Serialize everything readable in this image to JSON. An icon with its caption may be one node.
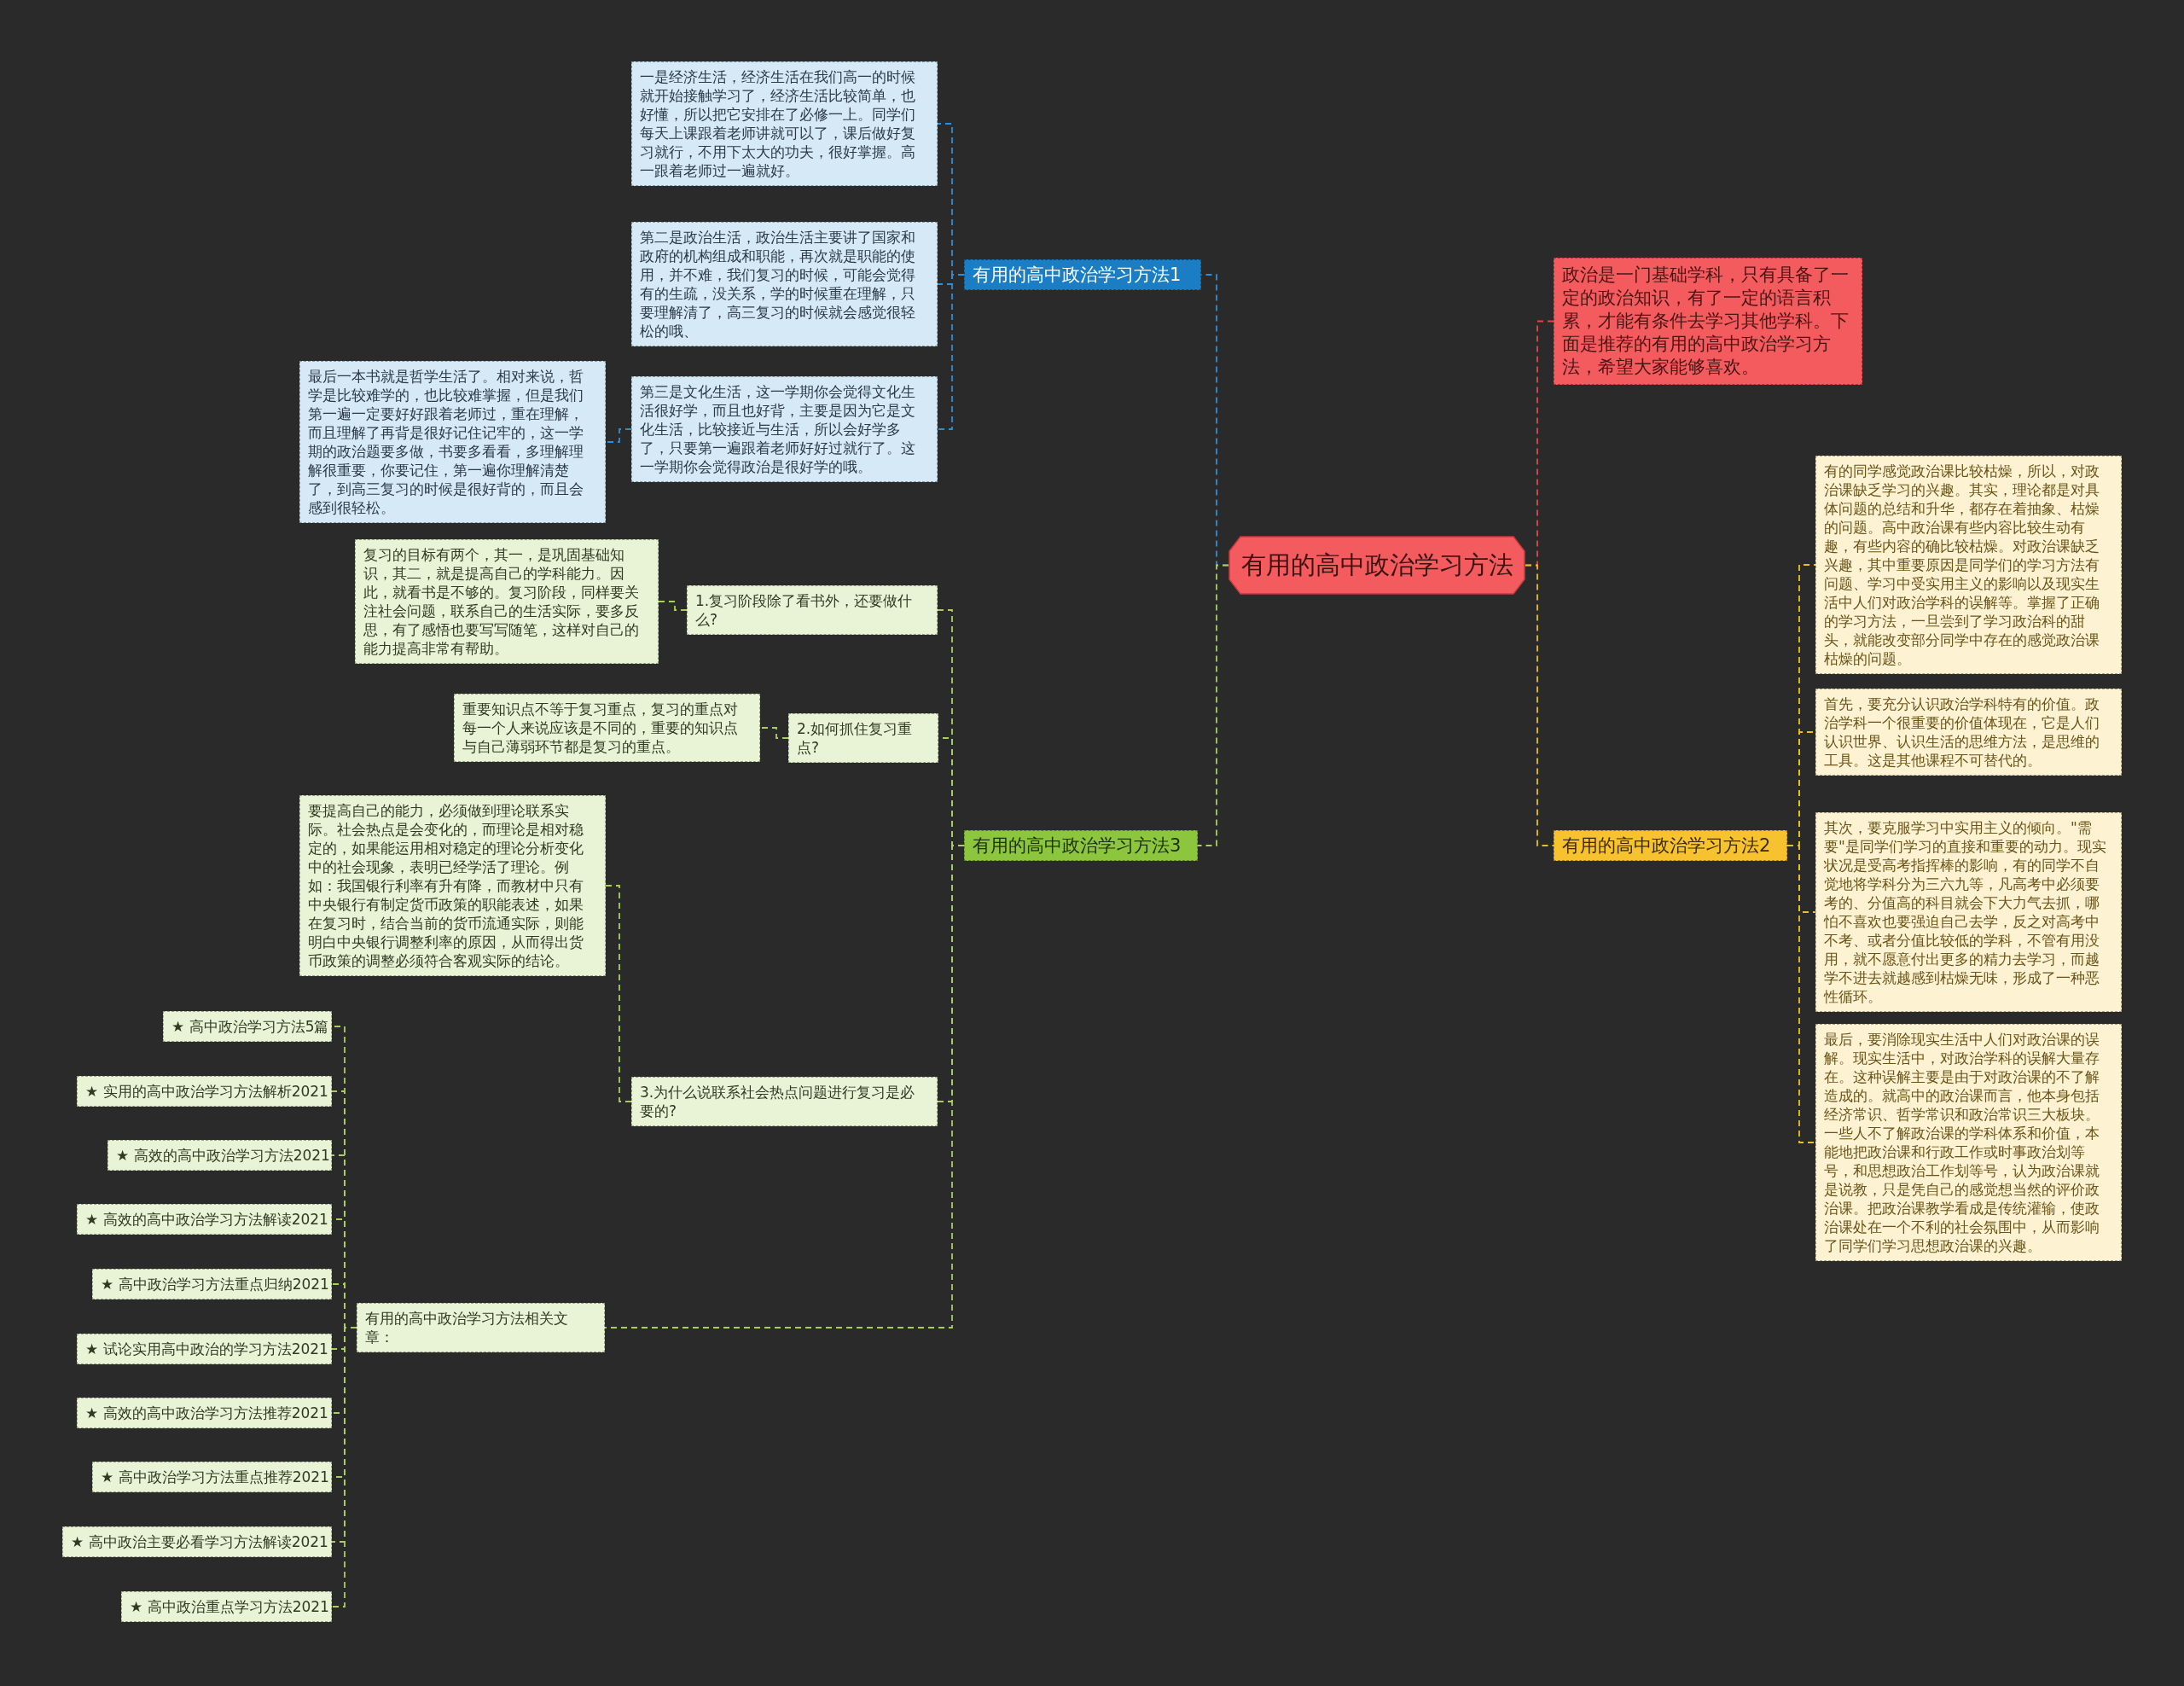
{
  "diagram": {
    "nodes": [
      {
        "text": [
          "有用的高中政治学习方法"
        ]
      },
      {
        "text": [
          "政治是一门基础学科，只有具备了一定的政治知识，有了一定的语言积累，才能有条件去学习其他学科。下面是推荐的有用的高中政治学习方法，希望大家能够喜欢。"
        ]
      },
      {
        "text": [
          "有用的高中政治学习方法1"
        ]
      },
      {
        "text": [
          "一是经济生活，经济生活在我们高一的时候就开始接触学习了，经济生活比较简单，也好懂，所以把它安排在了必修一上。同学们每天上课跟着老师讲就可以了，课后做好复习就行，不用下太大的功夫，很好掌握。高一跟着老师过一遍就好。"
        ]
      },
      {
        "text": [
          "第二是政治生活，政治生活主要讲了国家和政府的机构组成和职能，再次就是职能的使用，并不难，我们复习的时候，可能会觉得有的生疏，没关系，学的时候重在理解，只要理解清了，高三复习的时候就会感觉很轻松的哦、"
        ]
      },
      {
        "text": [
          "第三是文化生活，这一学期你会觉得文化生活很好学，而且也好背，主要是因为它是文化生活，比较接近与生活，所以会好学多了，只要第一遍跟着老师好好过就行了。这一学期你会觉得政治是很好学的哦。"
        ]
      },
      {
        "text": [
          "最后一本书就是哲学生活了。相对来说，哲学是比较难学的，也比较难掌握，但是我们第一遍一定要好好跟着老师过，重在理解，而且理解了再背是很好记住记牢的，这一学期的政治题要多做，书要多看看，多理解理解很重要，你要记住，第一遍你理解清楚了，到高三复习的时候是很好背的，而且会感到很轻松。"
        ]
      },
      {
        "text": [
          "有用的高中政治学习方法3"
        ]
      },
      {
        "text": [
          "1.复习阶段除了看书外，还要做什么?"
        ]
      },
      {
        "text": [
          "复习的目标有两个，其一，是巩固基础知识，其二，就是提高自己的学科能力。因此，就看书是不够的。复习阶段，同样要关注社会问题，联系自己的生活实际，要多反思，有了感悟也要写写随笔，这样对自己的能力提高非常有帮助。"
        ]
      },
      {
        "text": [
          "2.如何抓住复习重点?"
        ]
      },
      {
        "text": [
          "重要知识点不等于复习重点，复习的重点对每一个人来说应该是不同的，重要的知识点与自己薄弱环节都是复习的重点。"
        ]
      },
      {
        "text": [
          "3.为什么说联系社会热点问题进行复习是必要的?"
        ]
      },
      {
        "text": [
          "要提高自己的能力，必须做到理论联系实际。社会热点是会变化的，而理论是相对稳定的，如果能运用相对稳定的理论分析变化中的社会现象，表明已经学活了理论。例如：我国银行利率有升有降，而教材中只有中央银行有制定货币政策的职能表述，如果在复习时，结合当前的货币流通实际，则能明白中央银行调整利率的原因，从而得出货币政策的调整必须符合客观实际的结论。"
        ]
      },
      {
        "text": [
          "有用的高中政治学习方法相关文章："
        ]
      },
      {
        "text": [
          "★ 高中政治学习方法5篇"
        ]
      },
      {
        "text": [
          "★ 实用的高中政治学习方法解析2021"
        ]
      },
      {
        "text": [
          "★ 高效的高中政治学习方法2021"
        ]
      },
      {
        "text": [
          "★ 高效的高中政治学习方法解读2021"
        ]
      },
      {
        "text": [
          "★ 高中政治学习方法重点归纳2021"
        ]
      },
      {
        "text": [
          "★ 试论实用高中政治的学习方法2021"
        ]
      },
      {
        "text": [
          "★ 高效的高中政治学习方法推荐2021"
        ]
      },
      {
        "text": [
          "★ 高中政治学习方法重点推荐2021"
        ]
      },
      {
        "text": [
          "★ 高中政治主要必看学习方法解读2021"
        ]
      },
      {
        "text": [
          "★ 高中政治重点学习方法2021"
        ]
      },
      {
        "text": [
          "有用的高中政治学习方法2"
        ]
      },
      {
        "text": [
          "有的同学感觉政治课比较枯燥，所以，对政治课缺乏学习的兴趣。其实，理论都是对具体问题的总结和升华，都存在着抽象、枯燥的问题。高中政治课有些内容比较生动有趣，有些内容的确比较枯燥。对政治课缺乏兴趣，其中重要原因是同学们的学习方法有问题、学习中受实用主义的影响以及现实生活中人们对政治学科的误解等。掌握了正确的学习方法，一旦尝到了学习政治科的甜头，就能改变部分同学中存在的感觉政治课枯燥的问题。"
        ]
      },
      {
        "text": [
          "首先，要充分认识政治学科特有的价值。政治学科一个很重要的价值体现在，它是人们认识世界、认识生活的思维方法，是思维的工具。这是其他课程不可替代的。"
        ]
      },
      {
        "text": [
          "其次，要克服学习中实用主义的倾向。\"需要\"是同学们学习的直接和重要的动力。现实状况是受高考指挥棒的影响，有的同学不自觉地将学科分为三六九等，凡高考中必须要考的、分值高的科目就会下大力气去抓，哪怕不喜欢也要强迫自己去学，反之对高考中不考、或者分值比较低的学科，不管有用没用，就不愿意付出更多的精力去学习，而越学不进去就越感到枯燥无味，形成了一种恶性循环。"
        ]
      },
      {
        "text": [
          "最后，要消除现实生活中人们对政治课的误解。现实生活中，对政治学科的误解大量存在。这种误解主要是由于对政治课的不了解造成的。就高中的政治课而言，他本身包括经济常识、哲学常识和政治常识三大板块。一些人不了解政治课的学科体系和价值，本能地把政治课和行政工作或时事政治划等号，和思想政治工作划等号，认为政治课就是说教，只是凭自己的感觉想当然的评价政治课。把政治课教学看成是传统灌输，使政治课处在一个不利的社会氛围中，从而影响了同学们学习思想政治课的兴趣。"
        ]
      }
    ],
    "edges": [
      {
        "from": 0,
        "to": 1,
        "arrow": "none",
        "color": "#e0474c"
      },
      {
        "from": 0,
        "to": 2,
        "arrow": "none",
        "color": "#2f8fd6"
      },
      {
        "from": 2,
        "to": 3,
        "arrow": "none",
        "color": "#2f8fd6"
      },
      {
        "from": 2,
        "to": 4,
        "arrow": "none",
        "color": "#2f8fd6"
      },
      {
        "from": 2,
        "to": 5,
        "arrow": "none",
        "color": "#2f8fd6"
      },
      {
        "from": 5,
        "to": 6,
        "arrow": "none",
        "color": "#2f8fd6"
      },
      {
        "from": 0,
        "to": 7,
        "arrow": "none"
      },
      {
        "from": 7,
        "to": 8,
        "arrow": "none"
      },
      {
        "from": 8,
        "to": 9,
        "arrow": "none"
      },
      {
        "from": 7,
        "to": 10,
        "arrow": "none"
      },
      {
        "from": 10,
        "to": 11,
        "arrow": "none"
      },
      {
        "from": 7,
        "to": 12,
        "arrow": "none"
      },
      {
        "from": 12,
        "to": 13,
        "arrow": "none"
      },
      {
        "from": 7,
        "to": 14,
        "arrow": "none"
      },
      {
        "from": 14,
        "to": 15,
        "arrow": "none"
      },
      {
        "from": 14,
        "to": 16,
        "arrow": "none"
      },
      {
        "from": 14,
        "to": 17,
        "arrow": "none"
      },
      {
        "from": 14,
        "to": 18,
        "arrow": "none"
      },
      {
        "from": 14,
        "to": 19,
        "arrow": "none"
      },
      {
        "from": 14,
        "to": 20,
        "arrow": "none"
      },
      {
        "from": 14,
        "to": 21,
        "arrow": "none"
      },
      {
        "from": 14,
        "to": 22,
        "arrow": "none"
      },
      {
        "from": 14,
        "to": 23,
        "arrow": "none"
      },
      {
        "from": 14,
        "to": 24,
        "arrow": "none"
      },
      {
        "from": 0,
        "to": 25,
        "arrow": "none",
        "color": "#e8c020"
      },
      {
        "from": 25,
        "to": 26,
        "arrow": "none",
        "color": "#e8c020"
      },
      {
        "from": 25,
        "to": 27,
        "arrow": "none",
        "color": "#e8c020"
      },
      {
        "from": 25,
        "to": 28,
        "arrow": "none",
        "color": "#e8c020"
      },
      {
        "from": 25,
        "to": 29,
        "arrow": "none",
        "color": "#e8c020"
      }
    ]
  }
}
